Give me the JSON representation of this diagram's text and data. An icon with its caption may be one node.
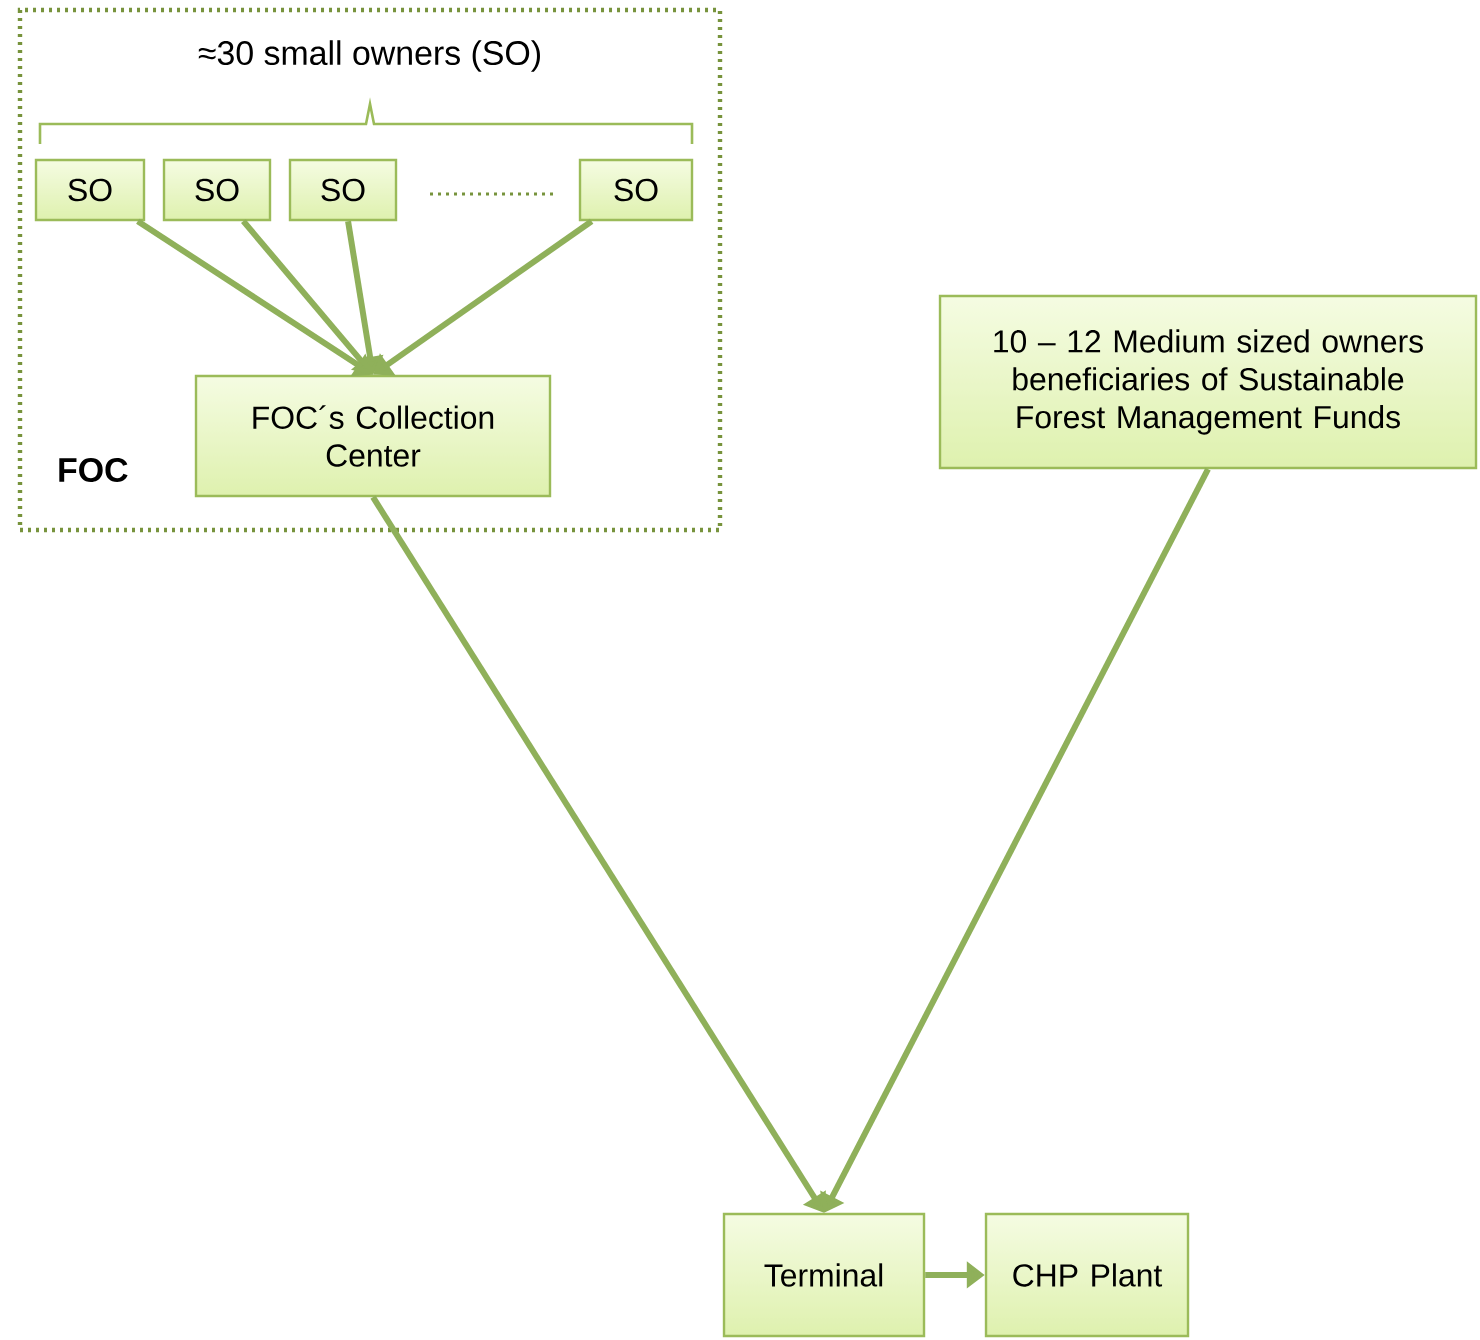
{
  "diagram": {
    "nodes": [
      {
        "text": [
          "FOC"
        ]
      },
      {
        "text": [
          "SO"
        ],
        "in": 0
      },
      {
        "text": [
          "SO"
        ],
        "in": 0
      },
      {
        "text": [
          "SO"
        ],
        "in": 0
      },
      {
        "text": [
          "SO"
        ],
        "in": 0
      },
      {
        "text": [
          "FOC´s Collection Center"
        ],
        "in": 0
      },
      {
        "text": [
          "10 – 12 Medium sized owners beneficiaries of Sustainable Forest Management Funds"
        ]
      },
      {
        "text": [
          "Terminal"
        ]
      },
      {
        "text": [
          "CHP Plant"
        ]
      }
    ],
    "edges": [
      {
        "from": 1,
        "to": 5,
        "arrow": "to"
      },
      {
        "from": 2,
        "to": 5,
        "arrow": "to"
      },
      {
        "from": 3,
        "to": 5,
        "arrow": "to"
      },
      {
        "from": 4,
        "to": 5,
        "arrow": "to"
      },
      {
        "from": 5,
        "to": 7,
        "arrow": "to"
      },
      {
        "from": 6,
        "to": 7,
        "arrow": "to"
      },
      {
        "from": 7,
        "to": 8,
        "arrow": "to"
      }
    ],
    "labels": [
      "≈30 small owners (SO)"
    ]
  }
}
